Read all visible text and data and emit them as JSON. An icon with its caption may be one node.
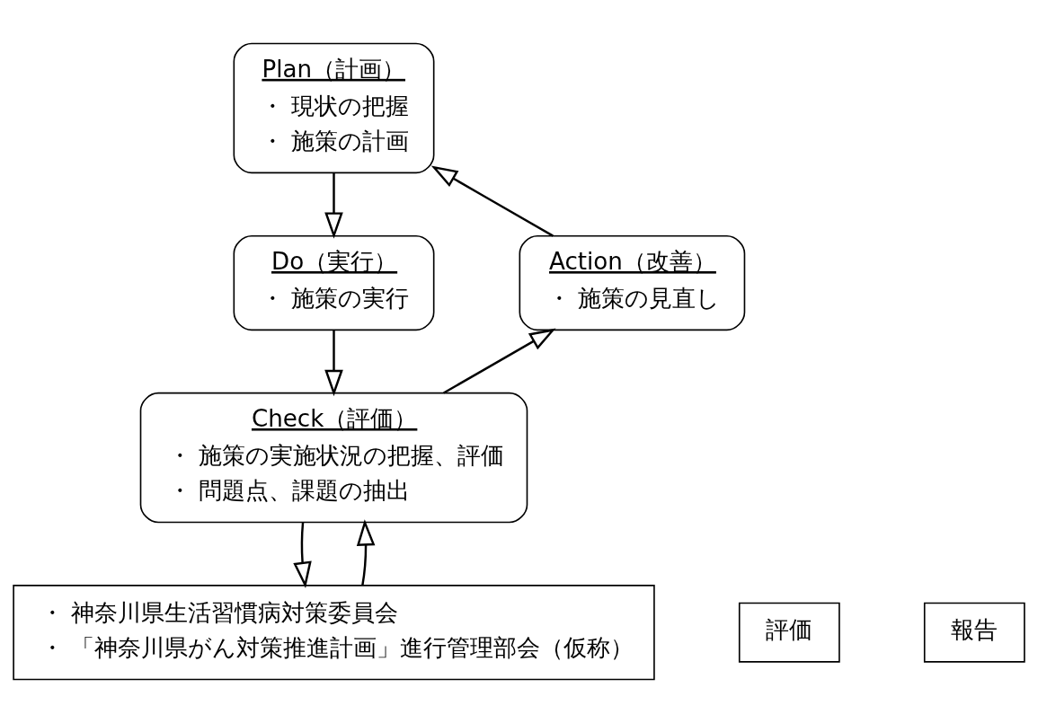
{
  "diagram": {
    "nodes": [
      {
        "text": [
          "Plan（計画）",
          "・ 現状の把握",
          "・ 施策の計画"
        ]
      },
      {
        "text": [
          "Do（実行）",
          "・ 施策の実行"
        ]
      },
      {
        "text": [
          "Check（評価）",
          "・ 施策の実施状況の把握、評価",
          "・ 問題点、課題の抽出"
        ]
      },
      {
        "text": [
          "Action（改善）",
          "・ 施策の見直し"
        ]
      },
      {
        "text": [
          "・ 神奈川県生活習慣病対策委員会",
          "・ 「神奈川県がん対策推進計画」進行管理部会（仮称）"
        ]
      },
      {
        "text": [
          "評価"
        ]
      },
      {
        "text": [
          "報告"
        ]
      }
    ],
    "edges": [
      {
        "from": 3,
        "to": 0,
        "arrow": "to"
      },
      {
        "from": 0,
        "to": 1,
        "arrow": "to"
      },
      {
        "from": 1,
        "to": 2,
        "arrow": "to"
      },
      {
        "from": 2,
        "to": 3,
        "arrow": "to"
      },
      {
        "from": 4,
        "to": 2,
        "arrow": "to"
      },
      {
        "from": 2,
        "to": 4,
        "arrow": "to"
      }
    ]
  }
}
